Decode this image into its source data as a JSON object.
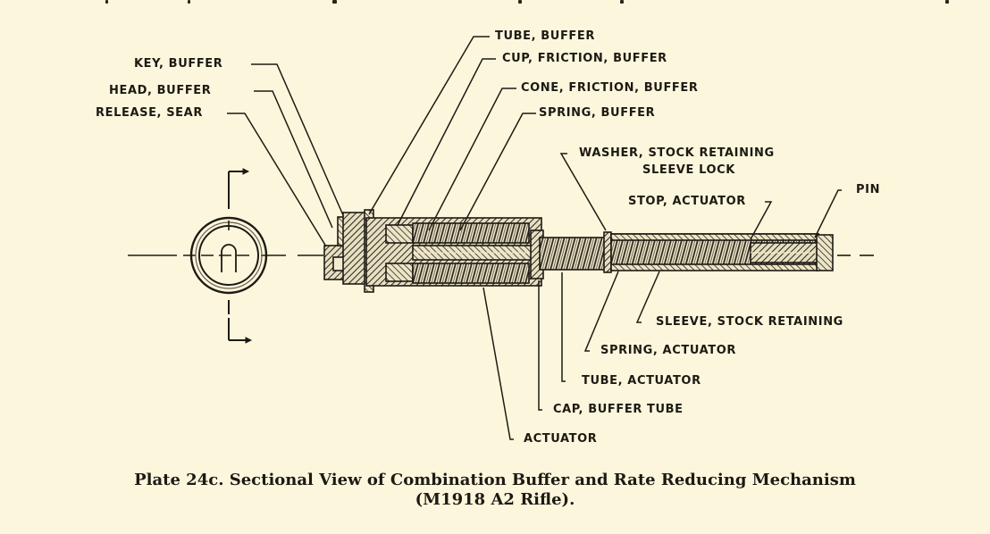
{
  "figure": {
    "labels": {
      "key_buffer": "KEY, BUFFER",
      "head_buffer": "HEAD, BUFFER",
      "release_sear": "RELEASE, SEAR",
      "tube_buffer": "TUBE, BUFFER",
      "cup_friction_buffer": "CUP, FRICTION, BUFFER",
      "cone_friction_buffer": "CONE, FRICTION, BUFFER",
      "spring_buffer": "SPRING, BUFFER",
      "washer_line1": "WASHER, STOCK RETAINING",
      "washer_line2": "SLEEVE LOCK",
      "stop_actuator": "STOP, ACTUATOR",
      "pin": "PIN",
      "sleeve_stock_retaining": "SLEEVE, STOCK RETAINING",
      "spring_actuator": "SPRING, ACTUATOR",
      "tube_actuator": "TUBE, ACTUATOR",
      "cap_buffer_tube": "CAP, BUFFER TUBE",
      "actuator": "ACTUATOR"
    },
    "colors": {
      "paper": "#fcf7dc",
      "ink": "#1d1a14"
    }
  },
  "caption": {
    "line1": "Plate 24c.  Sectional View of Combination Buffer and Rate Reducing Mechanism",
    "line2": "(M1918 A2 Rifle)."
  }
}
